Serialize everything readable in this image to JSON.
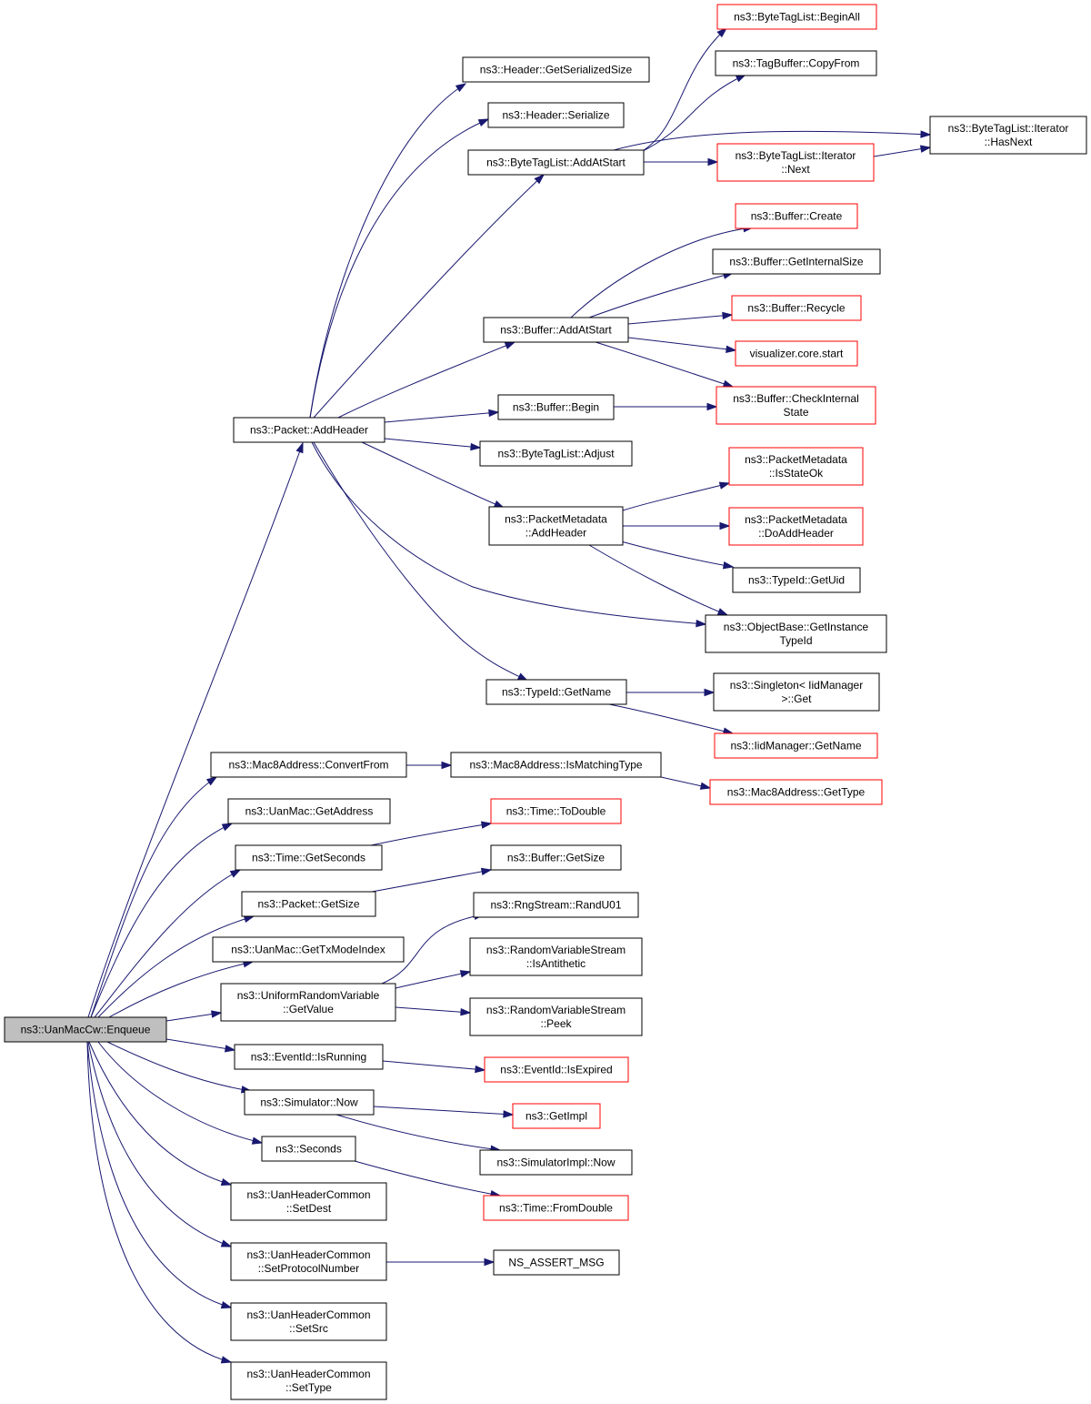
{
  "nodes": [
    {
      "id": "enqueue",
      "lines": [
        "ns3::UanMacCw::Enqueue"
      ],
      "style": "root"
    },
    {
      "id": "addHeader",
      "lines": [
        "ns3::Packet::AddHeader"
      ],
      "style": "normal"
    },
    {
      "id": "getSerSize",
      "lines": [
        "ns3::Header::GetSerializedSize"
      ],
      "style": "normal"
    },
    {
      "id": "serialize",
      "lines": [
        "ns3::Header::Serialize"
      ],
      "style": "normal"
    },
    {
      "id": "btlAddAtStart",
      "lines": [
        "ns3::ByteTagList::AddAtStart"
      ],
      "style": "normal"
    },
    {
      "id": "btlBeginAll",
      "lines": [
        "ns3::ByteTagList::BeginAll"
      ],
      "style": "truncated"
    },
    {
      "id": "tagCopyFrom",
      "lines": [
        "ns3::TagBuffer::CopyFrom"
      ],
      "style": "normal"
    },
    {
      "id": "btlItNext",
      "lines": [
        "ns3::ByteTagList::Iterator",
        "::Next"
      ],
      "style": "truncated"
    },
    {
      "id": "btlItHasNext",
      "lines": [
        "ns3::ByteTagList::Iterator",
        "::HasNext"
      ],
      "style": "normal"
    },
    {
      "id": "bufCreate",
      "lines": [
        "ns3::Buffer::Create"
      ],
      "style": "truncated"
    },
    {
      "id": "bufGetIntSize",
      "lines": [
        "ns3::Buffer::GetInternalSize"
      ],
      "style": "normal"
    },
    {
      "id": "bufAddAtStart",
      "lines": [
        "ns3::Buffer::AddAtStart"
      ],
      "style": "normal"
    },
    {
      "id": "bufRecycle",
      "lines": [
        "ns3::Buffer::Recycle"
      ],
      "style": "truncated"
    },
    {
      "id": "vizStart",
      "lines": [
        "visualizer.core.start"
      ],
      "style": "truncated"
    },
    {
      "id": "bufBegin",
      "lines": [
        "ns3::Buffer::Begin"
      ],
      "style": "normal"
    },
    {
      "id": "bufCheck",
      "lines": [
        "ns3::Buffer::CheckInternal",
        "State"
      ],
      "style": "truncated"
    },
    {
      "id": "btlAdjust",
      "lines": [
        "ns3::ByteTagList::Adjust"
      ],
      "style": "normal"
    },
    {
      "id": "pmAddHeader",
      "lines": [
        "ns3::PacketMetadata",
        "::AddHeader"
      ],
      "style": "normal"
    },
    {
      "id": "pmIsStateOk",
      "lines": [
        "ns3::PacketMetadata",
        "::IsStateOk"
      ],
      "style": "truncated"
    },
    {
      "id": "pmDoAddHeader",
      "lines": [
        "ns3::PacketMetadata",
        "::DoAddHeader"
      ],
      "style": "truncated"
    },
    {
      "id": "tidGetUid",
      "lines": [
        "ns3::TypeId::GetUid"
      ],
      "style": "normal"
    },
    {
      "id": "obGetInst",
      "lines": [
        "ns3::ObjectBase::GetInstance",
        "TypeId"
      ],
      "style": "normal"
    },
    {
      "id": "tidGetName",
      "lines": [
        "ns3::TypeId::GetName"
      ],
      "style": "normal"
    },
    {
      "id": "singletonGet",
      "lines": [
        "ns3::Singleton< IidManager",
        ">::Get"
      ],
      "style": "normal"
    },
    {
      "id": "iidGetName",
      "lines": [
        "ns3::IidManager::GetName"
      ],
      "style": "truncated"
    },
    {
      "id": "mac8Convert",
      "lines": [
        "ns3::Mac8Address::ConvertFrom"
      ],
      "style": "normal"
    },
    {
      "id": "mac8IsMatch",
      "lines": [
        "ns3::Mac8Address::IsMatchingType"
      ],
      "style": "normal"
    },
    {
      "id": "mac8GetType",
      "lines": [
        "ns3::Mac8Address::GetType"
      ],
      "style": "truncated"
    },
    {
      "id": "uanGetAddr",
      "lines": [
        "ns3::UanMac::GetAddress"
      ],
      "style": "normal"
    },
    {
      "id": "timeGetSec",
      "lines": [
        "ns3::Time::GetSeconds"
      ],
      "style": "normal"
    },
    {
      "id": "timeToDouble",
      "lines": [
        "ns3::Time::ToDouble"
      ],
      "style": "truncated"
    },
    {
      "id": "pktGetSize",
      "lines": [
        "ns3::Packet::GetSize"
      ],
      "style": "normal"
    },
    {
      "id": "bufGetSize",
      "lines": [
        "ns3::Buffer::GetSize"
      ],
      "style": "normal"
    },
    {
      "id": "uanGetTxMode",
      "lines": [
        "ns3::UanMac::GetTxModeIndex"
      ],
      "style": "normal"
    },
    {
      "id": "urvGetValue",
      "lines": [
        "ns3::UniformRandomVariable",
        "::GetValue"
      ],
      "style": "normal"
    },
    {
      "id": "rngRand",
      "lines": [
        "ns3::RngStream::RandU01"
      ],
      "style": "normal"
    },
    {
      "id": "rvsIsAnti",
      "lines": [
        "ns3::RandomVariableStream",
        "::IsAntithetic"
      ],
      "style": "normal"
    },
    {
      "id": "rvsPeek",
      "lines": [
        "ns3::RandomVariableStream",
        "::Peek"
      ],
      "style": "normal"
    },
    {
      "id": "evIsRunning",
      "lines": [
        "ns3::EventId::IsRunning"
      ],
      "style": "normal"
    },
    {
      "id": "evIsExpired",
      "lines": [
        "ns3::EventId::IsExpired"
      ],
      "style": "truncated"
    },
    {
      "id": "simNow",
      "lines": [
        "ns3::Simulator::Now"
      ],
      "style": "normal"
    },
    {
      "id": "getImpl",
      "lines": [
        "ns3::GetImpl"
      ],
      "style": "truncated"
    },
    {
      "id": "simImplNow",
      "lines": [
        "ns3::SimulatorImpl::Now"
      ],
      "style": "normal"
    },
    {
      "id": "seconds",
      "lines": [
        "ns3::Seconds"
      ],
      "style": "normal"
    },
    {
      "id": "timeFromDouble",
      "lines": [
        "ns3::Time::FromDouble"
      ],
      "style": "truncated"
    },
    {
      "id": "uhcSetDest",
      "lines": [
        "ns3::UanHeaderCommon",
        "::SetDest"
      ],
      "style": "normal"
    },
    {
      "id": "uhcSetProto",
      "lines": [
        "ns3::UanHeaderCommon",
        "::SetProtocolNumber"
      ],
      "style": "normal"
    },
    {
      "id": "nsAssert",
      "lines": [
        "NS_ASSERT_MSG"
      ],
      "style": "normal"
    },
    {
      "id": "uhcSetSrc",
      "lines": [
        "ns3::UanHeaderCommon",
        "::SetSrc"
      ],
      "style": "normal"
    },
    {
      "id": "uhcSetType",
      "lines": [
        "ns3::UanHeaderCommon",
        "::SetType"
      ],
      "style": "normal"
    }
  ],
  "edges": [
    {
      "from": "enqueue",
      "to": "addHeader"
    },
    {
      "from": "addHeader",
      "to": "getSerSize"
    },
    {
      "from": "addHeader",
      "to": "serialize"
    },
    {
      "from": "addHeader",
      "to": "btlAddAtStart"
    },
    {
      "from": "btlAddAtStart",
      "to": "btlBeginAll"
    },
    {
      "from": "btlAddAtStart",
      "to": "tagCopyFrom"
    },
    {
      "from": "btlAddAtStart",
      "to": "btlItHasNext"
    },
    {
      "from": "btlAddAtStart",
      "to": "btlItNext"
    },
    {
      "from": "btlItNext",
      "to": "btlItHasNext"
    },
    {
      "from": "addHeader",
      "to": "bufAddAtStart"
    },
    {
      "from": "bufAddAtStart",
      "to": "bufCreate"
    },
    {
      "from": "bufAddAtStart",
      "to": "bufGetIntSize"
    },
    {
      "from": "bufAddAtStart",
      "to": "bufRecycle"
    },
    {
      "from": "bufAddAtStart",
      "to": "vizStart"
    },
    {
      "from": "bufAddAtStart",
      "to": "bufCheck"
    },
    {
      "from": "addHeader",
      "to": "bufBegin"
    },
    {
      "from": "bufBegin",
      "to": "bufCheck"
    },
    {
      "from": "addHeader",
      "to": "btlAdjust"
    },
    {
      "from": "addHeader",
      "to": "pmAddHeader"
    },
    {
      "from": "pmAddHeader",
      "to": "pmIsStateOk"
    },
    {
      "from": "pmAddHeader",
      "to": "pmDoAddHeader"
    },
    {
      "from": "pmAddHeader",
      "to": "tidGetUid"
    },
    {
      "from": "pmAddHeader",
      "to": "obGetInst"
    },
    {
      "from": "addHeader",
      "to": "obGetInst"
    },
    {
      "from": "addHeader",
      "to": "tidGetName"
    },
    {
      "from": "tidGetName",
      "to": "singletonGet"
    },
    {
      "from": "tidGetName",
      "to": "iidGetName"
    },
    {
      "from": "enqueue",
      "to": "mac8Convert"
    },
    {
      "from": "mac8Convert",
      "to": "mac8IsMatch"
    },
    {
      "from": "mac8IsMatch",
      "to": "mac8GetType"
    },
    {
      "from": "enqueue",
      "to": "uanGetAddr"
    },
    {
      "from": "enqueue",
      "to": "timeGetSec"
    },
    {
      "from": "timeGetSec",
      "to": "timeToDouble"
    },
    {
      "from": "enqueue",
      "to": "pktGetSize"
    },
    {
      "from": "pktGetSize",
      "to": "bufGetSize"
    },
    {
      "from": "enqueue",
      "to": "uanGetTxMode"
    },
    {
      "from": "enqueue",
      "to": "urvGetValue"
    },
    {
      "from": "urvGetValue",
      "to": "rngRand"
    },
    {
      "from": "urvGetValue",
      "to": "rvsIsAnti"
    },
    {
      "from": "urvGetValue",
      "to": "rvsPeek"
    },
    {
      "from": "enqueue",
      "to": "evIsRunning"
    },
    {
      "from": "evIsRunning",
      "to": "evIsExpired"
    },
    {
      "from": "enqueue",
      "to": "simNow"
    },
    {
      "from": "simNow",
      "to": "getImpl"
    },
    {
      "from": "simNow",
      "to": "simImplNow"
    },
    {
      "from": "enqueue",
      "to": "seconds"
    },
    {
      "from": "seconds",
      "to": "timeFromDouble"
    },
    {
      "from": "enqueue",
      "to": "uhcSetDest"
    },
    {
      "from": "enqueue",
      "to": "uhcSetProto"
    },
    {
      "from": "uhcSetProto",
      "to": "nsAssert"
    },
    {
      "from": "enqueue",
      "to": "uhcSetSrc"
    },
    {
      "from": "enqueue",
      "to": "uhcSetType"
    }
  ],
  "colors": {
    "edge": "#191970",
    "node_border": "#000000",
    "truncated_border": "#ff0000",
    "root_fill": "#bfbfbf",
    "node_fill": "#ffffff"
  }
}
